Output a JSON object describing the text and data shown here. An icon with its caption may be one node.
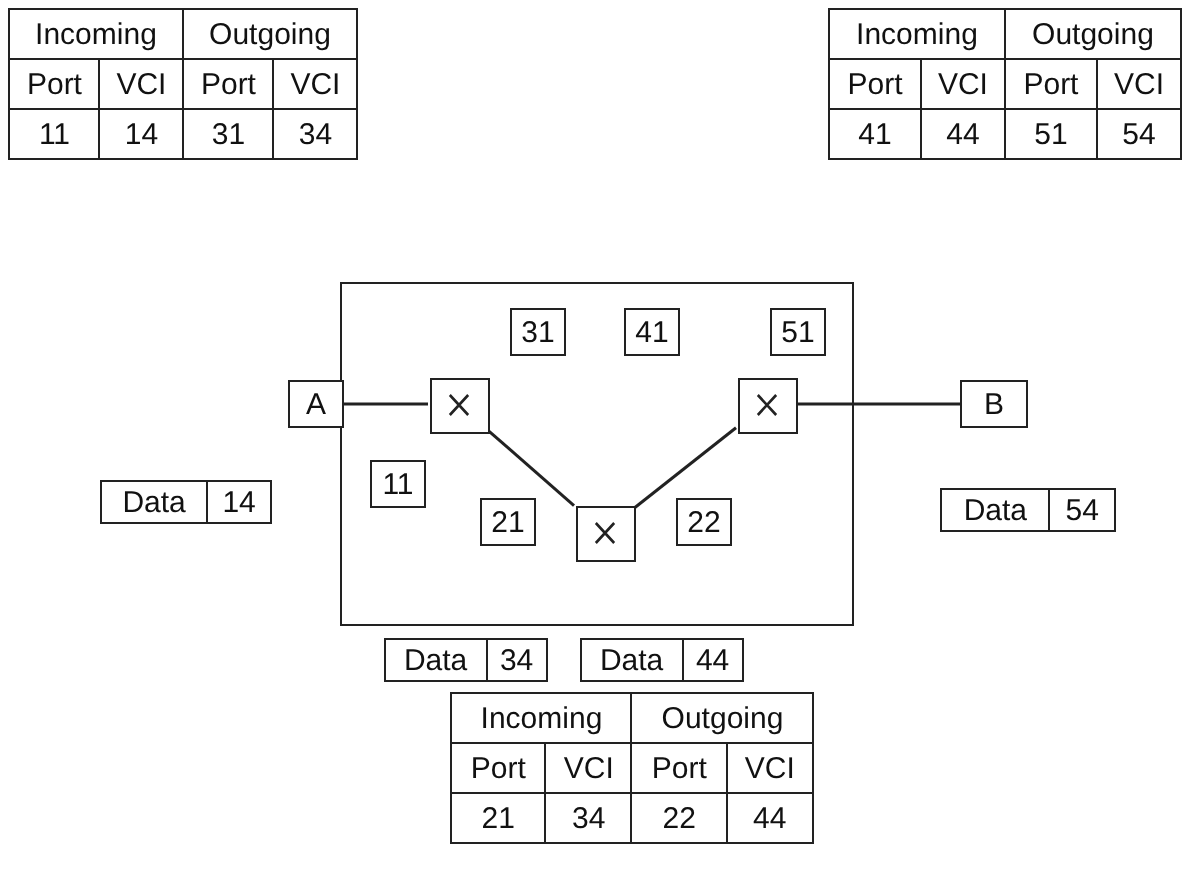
{
  "diagram": {
    "nodes": [
      {
        "text": [],
        "shape": "box"
      },
      {
        "text": [
          "31"
        ],
        "in": 0
      },
      {
        "text": [
          "41"
        ],
        "in": 0
      },
      {
        "text": [
          "51"
        ],
        "in": 0
      },
      {
        "text": [
          "A"
        ]
      },
      {
        "text": [],
        "shape": "box",
        "in": 0
      },
      {
        "text": [],
        "shape": "box",
        "in": 0
      },
      {
        "text": [
          "B"
        ]
      },
      {
        "text": [
          "Data",
          "14"
        ]
      },
      {
        "text": [
          "11"
        ],
        "in": 0
      },
      {
        "text": [
          "21"
        ],
        "in": 0
      },
      {
        "text": [],
        "shape": "box",
        "in": 0
      },
      {
        "text": [
          "22"
        ],
        "in": 0
      },
      {
        "text": [
          "Data",
          "54"
        ]
      },
      {
        "text": [
          "Data",
          "34"
        ]
      },
      {
        "text": [
          "Data",
          "44"
        ]
      }
    ],
    "edges": [
      {
        "from": 4,
        "to": 5,
        "arrow": "none"
      },
      {
        "from": 5,
        "to": 11,
        "arrow": "none"
      },
      {
        "from": 11,
        "to": 6,
        "arrow": "none"
      },
      {
        "from": 6,
        "to": 7,
        "arrow": "none"
      }
    ],
    "labels": [
      "Incoming",
      "Outgoing",
      "Port",
      "VCI",
      "Port",
      "VCI",
      "11",
      "14",
      "31",
      "34",
      "Incoming",
      "Outgoing",
      "Port",
      "VCI",
      "Port",
      "VCI",
      "41",
      "44",
      "51",
      "54",
      "Incoming",
      "Outgoing",
      "Port",
      "VCI",
      "Port",
      "VCI",
      "21",
      "34",
      "22",
      "44"
    ]
  }
}
